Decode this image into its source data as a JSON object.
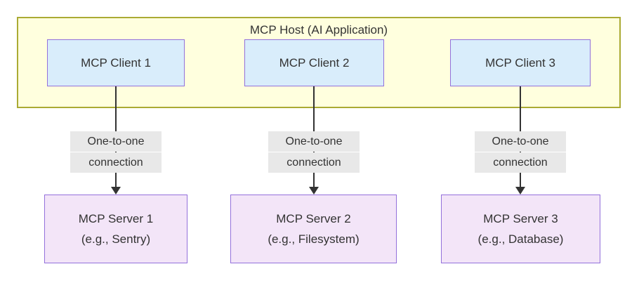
{
  "diagram": {
    "type": "architecture-flowchart",
    "host": {
      "title": "MCP Host (AI Application)"
    },
    "columns": [
      {
        "client_label": "MCP Client 1",
        "edge_label_line1": "One-to-one",
        "edge_label_line2": "connection",
        "server_line1": "MCP Server 1",
        "server_line2": "(e.g., Sentry)"
      },
      {
        "client_label": "MCP Client 2",
        "edge_label_line1": "One-to-one",
        "edge_label_line2": "connection",
        "server_line1": "MCP Server 2",
        "server_line2": "(e.g., Filesystem)"
      },
      {
        "client_label": "MCP Client 3",
        "edge_label_line1": "One-to-one",
        "edge_label_line2": "connection",
        "server_line1": "MCP Server 3",
        "server_line2": "(e.g., Database)"
      }
    ],
    "colors": {
      "host_fill": "#ffffde",
      "host_border": "#aaaa33",
      "node_border": "#9370db",
      "client_fill": "#d9edfb",
      "server_fill": "#f3e5f8",
      "edge_label_bg": "#e8e8e8",
      "line_color": "#333333",
      "text_color": "#333333",
      "canvas_bg": "#ffffff"
    }
  }
}
